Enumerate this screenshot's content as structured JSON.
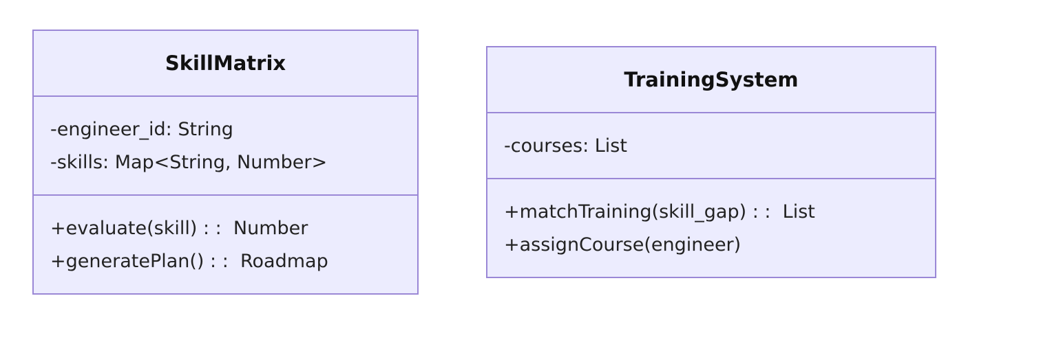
{
  "classes": [
    {
      "name": "SkillMatrix",
      "attributes": [
        "-engineer_id: String",
        "-skills: Map<String, Number>"
      ],
      "methods": [
        "+evaluate(skill) : :  Number",
        "+generatePlan() : :  Roadmap"
      ]
    },
    {
      "name": "TrainingSystem",
      "attributes": [
        "-courses: List"
      ],
      "methods": [
        "+matchTraining(skill_gap) : :  List",
        "+assignCourse(engineer)"
      ]
    }
  ],
  "colors": {
    "box_fill": "#ececfe",
    "box_border": "#9a87d6",
    "text": "#222222"
  }
}
